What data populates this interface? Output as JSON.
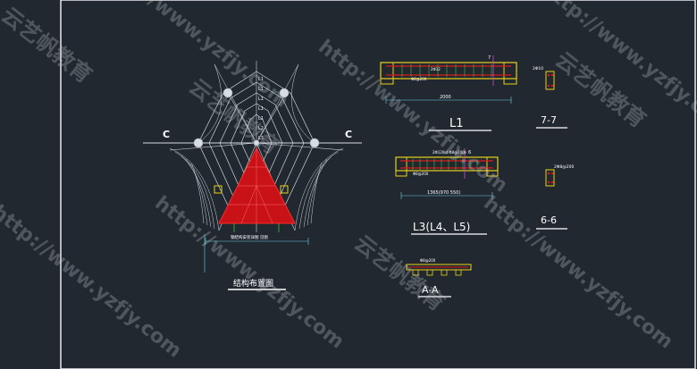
{
  "plan": {
    "title": "结构布置图",
    "grid_letter_left": "C",
    "grid_letter_right": "C",
    "note": "钢结构安装详图 见图",
    "ring_labels": [
      "L1",
      "L1",
      "L1",
      "L1",
      "L1",
      "L2",
      "L3"
    ]
  },
  "beam_l1": {
    "title": "L1",
    "dim_length": "2000",
    "rebar_top": "2Φ12",
    "rebar_stirrup": "Φ8@200",
    "section_mark": "7"
  },
  "beam_l3": {
    "title": "L3(L4、L5)",
    "dim_length": "1365(970 550)",
    "rebar_top": "2Φ12(L4 Φ8@200)",
    "rebar_stirrup": "Φ8@200",
    "section_mark": "6"
  },
  "section_aa": {
    "title": "A-A",
    "note": "Φ8@200"
  },
  "section_77": {
    "title": "7-7",
    "rebar": "2Φ10"
  },
  "section_66": {
    "title": "6-6",
    "rebar": "2Φ8@200"
  },
  "watermarks": {
    "url": "http://www.yzfjy.com",
    "brand": "云艺帆教育"
  },
  "colors": {
    "background": "#212830",
    "line": "#d8dde3",
    "red": "#e0181e",
    "yellow": "#e8d21d",
    "green": "#39c639",
    "cyan": "#6fd2e3",
    "magenta": "#d04ad0"
  }
}
